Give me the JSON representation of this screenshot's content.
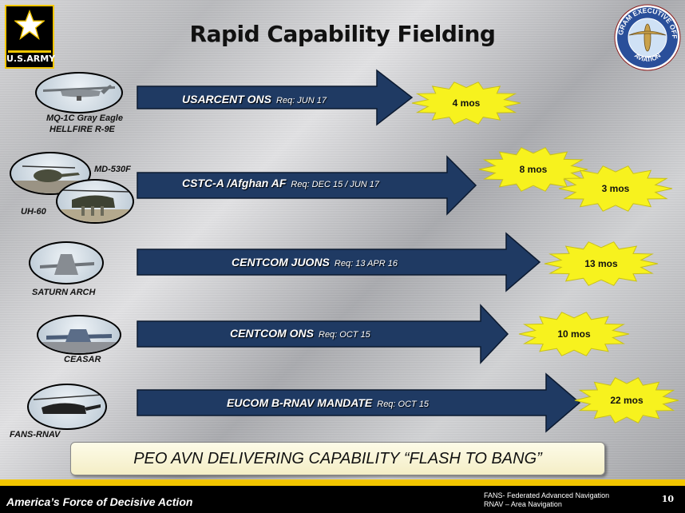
{
  "header": {
    "title": "Rapid Capability Fielding",
    "army_logo_text": "U.S.ARMY",
    "seal_text_top": "PROGRAM EXECUTIVE OFFICE",
    "seal_text_bottom": "AVIATION"
  },
  "rows": [
    {
      "label": "USARCENT ONS",
      "req": "Req: JUN 17",
      "bursts": [
        "4 mos"
      ]
    },
    {
      "label": "CSTC-A /Afghan AF",
      "req": "Req: DEC 15 / JUN 17",
      "bursts": [
        "8 mos",
        "3 mos"
      ]
    },
    {
      "label": "CENTCOM JUONS",
      "req": "Req: 13 APR 16",
      "bursts": [
        "13 mos"
      ]
    },
    {
      "label": "CENTCOM ONS",
      "req": "Req:  OCT 15",
      "bursts": [
        "10 mos"
      ]
    },
    {
      "label": "EUCOM B-RNAV MANDATE",
      "req": "Req: OCT 15",
      "bursts": [
        "22 mos"
      ]
    }
  ],
  "captions": {
    "mq1c_line1": "MQ-1C Gray Eagle",
    "mq1c_line2": "HELLFIRE R-9E",
    "md530f": "MD-530F",
    "uh60": "UH-60",
    "saturn": "SATURN ARCH",
    "ceasar": "CEASAR",
    "fans": "FANS-RNAV"
  },
  "banner": "PEO AVN DELIVERING CAPABILITY “FLASH TO BANG”",
  "footer": {
    "motto": "America’s Force of Decisive Action",
    "def1": "FANS- Federated Advanced Navigation",
    "def2": "RNAV – Area Navigation",
    "page": "10"
  },
  "colors": {
    "arrow": "#1f3a63",
    "burst": "#f7f21e",
    "army_gold": "#f2c600"
  }
}
